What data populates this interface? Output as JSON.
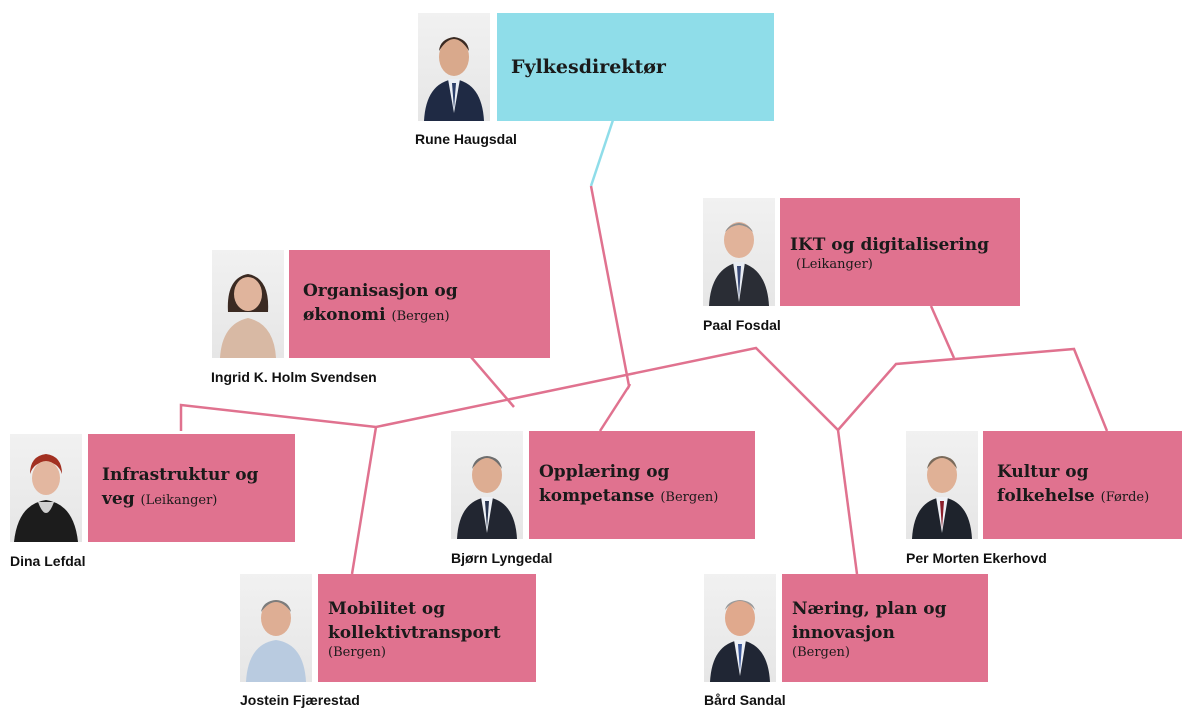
{
  "colors": {
    "director_box": "#8fdde9",
    "dept_box": "#e0728f",
    "director_line": "#8fdde9",
    "dept_line": "#e0728f"
  },
  "director": {
    "title": "Fylkesdirektør",
    "name": "Rune Haugsdal"
  },
  "departments": [
    {
      "id": "ikt",
      "title_lines": [
        "IKT og digitalisering"
      ],
      "location": "(Leikanger)",
      "name": "Paal Fosdal"
    },
    {
      "id": "org",
      "title_lines": [
        "Organisasjon og",
        "økonomi"
      ],
      "location": "(Bergen)",
      "name": "Ingrid K. Holm Svendsen"
    },
    {
      "id": "infra",
      "title_lines": [
        "Infrastruktur og",
        "veg"
      ],
      "location": "(Leikanger)",
      "name": "Dina Lefdal"
    },
    {
      "id": "opp",
      "title_lines": [
        "Opplæring og",
        "kompetanse"
      ],
      "location": "(Bergen)",
      "name": "Bjørn Lyngedal"
    },
    {
      "id": "kultur",
      "title_lines": [
        "Kultur og",
        "folkehelse"
      ],
      "location": "(Førde)",
      "name": "Per Morten Ekerhovd"
    },
    {
      "id": "mob",
      "title_lines": [
        "Mobilitet og",
        "kollektivtransport"
      ],
      "location": "(Bergen)",
      "name": "Jostein Fjærestad"
    },
    {
      "id": "naering",
      "title_lines": [
        "Næring, plan og",
        "innovasjon"
      ],
      "location": "(Bergen)",
      "name": "Bård Sandal"
    }
  ]
}
